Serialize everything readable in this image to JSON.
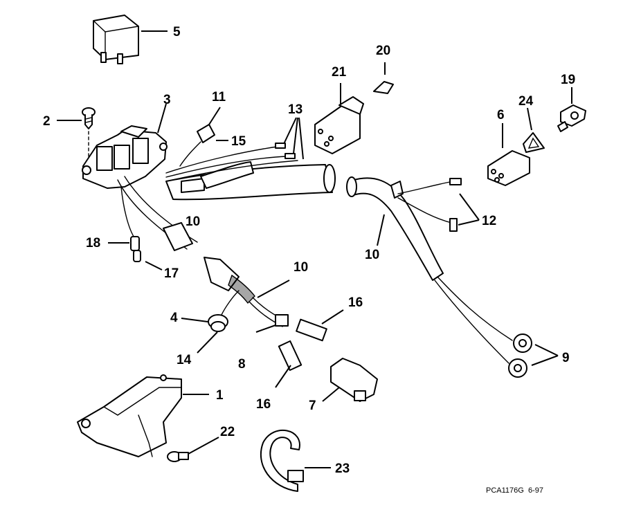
{
  "diagram": {
    "callouts": [
      {
        "id": "c1",
        "text": "1"
      },
      {
        "id": "c2",
        "text": "2"
      },
      {
        "id": "c3",
        "text": "3"
      },
      {
        "id": "c4",
        "text": "4"
      },
      {
        "id": "c5",
        "text": "5"
      },
      {
        "id": "c6",
        "text": "6"
      },
      {
        "id": "c7",
        "text": "7"
      },
      {
        "id": "c8",
        "text": "8"
      },
      {
        "id": "c9",
        "text": "9"
      },
      {
        "id": "c10a",
        "text": "10"
      },
      {
        "id": "c10b",
        "text": "10"
      },
      {
        "id": "c10c",
        "text": "10"
      },
      {
        "id": "c11",
        "text": "11"
      },
      {
        "id": "c12",
        "text": "12"
      },
      {
        "id": "c13",
        "text": "13"
      },
      {
        "id": "c14",
        "text": "14"
      },
      {
        "id": "c15",
        "text": "15"
      },
      {
        "id": "c16a",
        "text": "16"
      },
      {
        "id": "c16b",
        "text": "16"
      },
      {
        "id": "c17",
        "text": "17"
      },
      {
        "id": "c18",
        "text": "18"
      },
      {
        "id": "c19",
        "text": "19"
      },
      {
        "id": "c20",
        "text": "20"
      },
      {
        "id": "c21",
        "text": "21"
      },
      {
        "id": "c22",
        "text": "22"
      },
      {
        "id": "c23",
        "text": "23"
      },
      {
        "id": "c24",
        "text": "24"
      }
    ],
    "reference": "PCA1176G  6-97"
  }
}
